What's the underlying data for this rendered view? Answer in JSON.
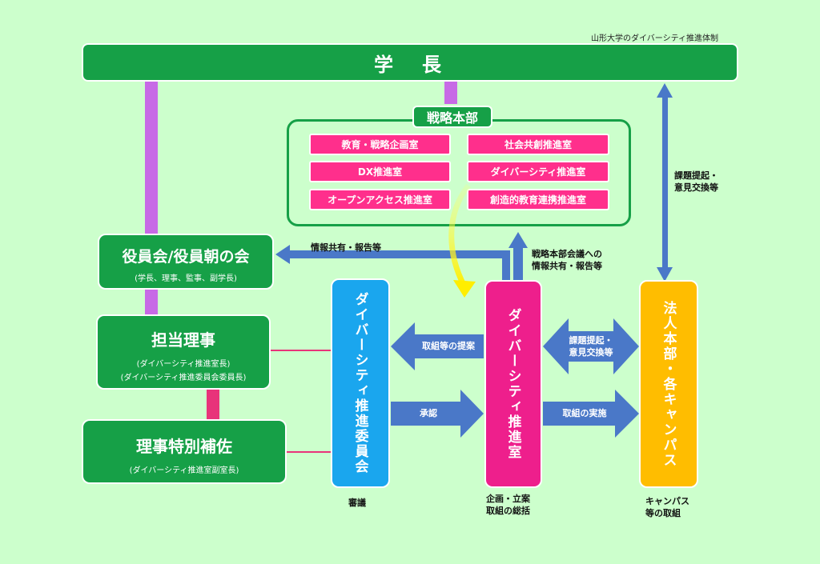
{
  "caption": "山形大学のダイバーシティ推進体制",
  "president": "学　長",
  "strategy_hq": {
    "title": "戦略本部",
    "items": [
      "教育・戦略企画室",
      "社会共創推進室",
      "DX推進室",
      "ダイバーシティ推進室",
      "オープンアクセス推進室",
      "創造的教育連携推進室"
    ]
  },
  "board": {
    "title": "役員会/役員朝の会",
    "subtitle": "(学長、理事、監事、副学長)"
  },
  "director": {
    "title": "担当理事",
    "line1": "(ダイバーシティ推進室長)",
    "line2": "(ダイバーシティ推進委員会委員長)"
  },
  "special_assistant": {
    "title": "理事特別補佐",
    "subtitle": "(ダイバーシティ推進室副室長)"
  },
  "committee": {
    "title": "ダイバーシティ推進委員会",
    "note": "審議"
  },
  "office": {
    "title": "ダイバーシティ推進室",
    "note_line1": "企画・立案",
    "note_line2": "取組の総括"
  },
  "campus": {
    "title": "法人本部・各キャンパス",
    "note_line1": "キャンパス",
    "note_line2": "等の取組"
  },
  "labels": {
    "info_share": "情報共有・報告等",
    "hq_meeting_line1": "戦略本部会議への",
    "hq_meeting_line2": "情報共有・報告等",
    "issue_right_line1": "課題提起・",
    "issue_right_line2": "意見交換等",
    "proposal": "取組等の提案",
    "approval": "承認",
    "issue_mid_line1": "課題提起・",
    "issue_mid_line2": "意見交換等",
    "implementation": "取組の実施"
  },
  "colors": {
    "background": "#ccffcc",
    "green": "#16a047",
    "pink": "#ff2f8c",
    "committee_blue": "#1aa6ee",
    "office_magenta": "#ee1f8c",
    "campus_yellow": "#ffbd00",
    "arrow_blue": "#4a78c8",
    "violet_line": "#c76ae6"
  }
}
